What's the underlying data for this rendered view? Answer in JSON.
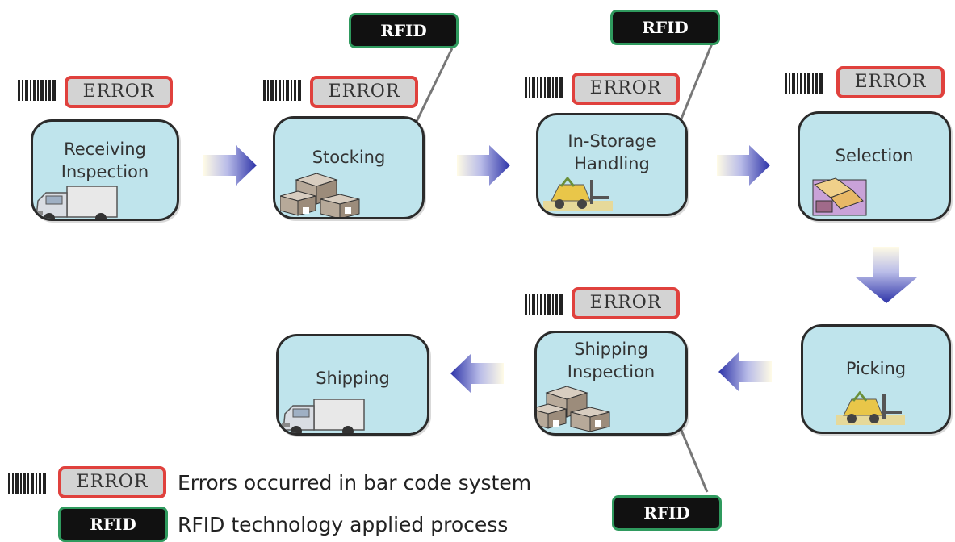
{
  "processes": [
    {
      "id": "receiving",
      "label": "Receiving\nInspection"
    },
    {
      "id": "stocking",
      "label": "Stocking"
    },
    {
      "id": "in-storage",
      "label": "In-Storage\nHandling"
    },
    {
      "id": "selection",
      "label": "Selection"
    },
    {
      "id": "picking",
      "label": "Picking"
    },
    {
      "id": "shipping-inspection",
      "label": "Shipping\nInspection"
    },
    {
      "id": "shipping",
      "label": "Shipping"
    }
  ],
  "error_label": "ERROR",
  "rfid_label": "RFID",
  "legend": {
    "error_text": "Errors occurred in bar code system",
    "rfid_text": "RFID technology applied process"
  },
  "colors": {
    "box_fill": "#bfe4ec",
    "error_border": "#e0413d",
    "rfid_border": "#2f9a5e",
    "arrow": "#3b3fb0"
  }
}
